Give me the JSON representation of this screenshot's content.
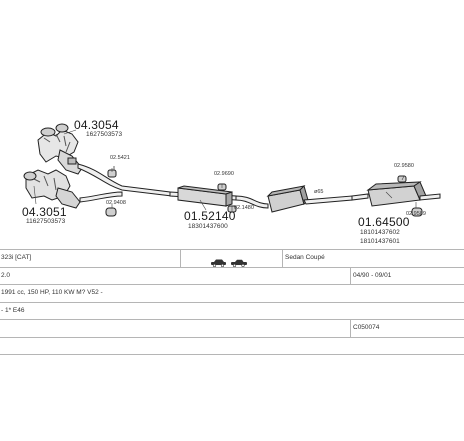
{
  "parts": {
    "cat_top": {
      "number": "04.3054",
      "ref": "1627503573"
    },
    "cat_bottom": {
      "number": "04.3051",
      "ref": "11627503573"
    },
    "front_pipe": {
      "clamp_top": "02.5421",
      "clamp_bottom": "02.9408"
    },
    "middle": {
      "number": "01.52140",
      "ref": "18301437600",
      "clamp_top": "02.9690",
      "clamp_bottom": "02.1480"
    },
    "joint_marker": "ø65",
    "rear": {
      "number": "01.64500",
      "ref1": "18101437602",
      "ref2": "18101437601",
      "clamp_top": "02.9580",
      "clamp_bottom": "02.9589"
    }
  },
  "table": {
    "row1": {
      "col1": "323i  [CAT]",
      "col3": "Sedan Coupé"
    },
    "row2": {
      "col1": "2.0",
      "col4": "04/90 - 09/01"
    },
    "row3": {
      "col1": "1991 cc, 150 HP, 110 KW M? V52 -"
    },
    "row4": {
      "col1": "- 1* E46"
    },
    "row5": {
      "col4": "C050074"
    },
    "row6": {}
  }
}
